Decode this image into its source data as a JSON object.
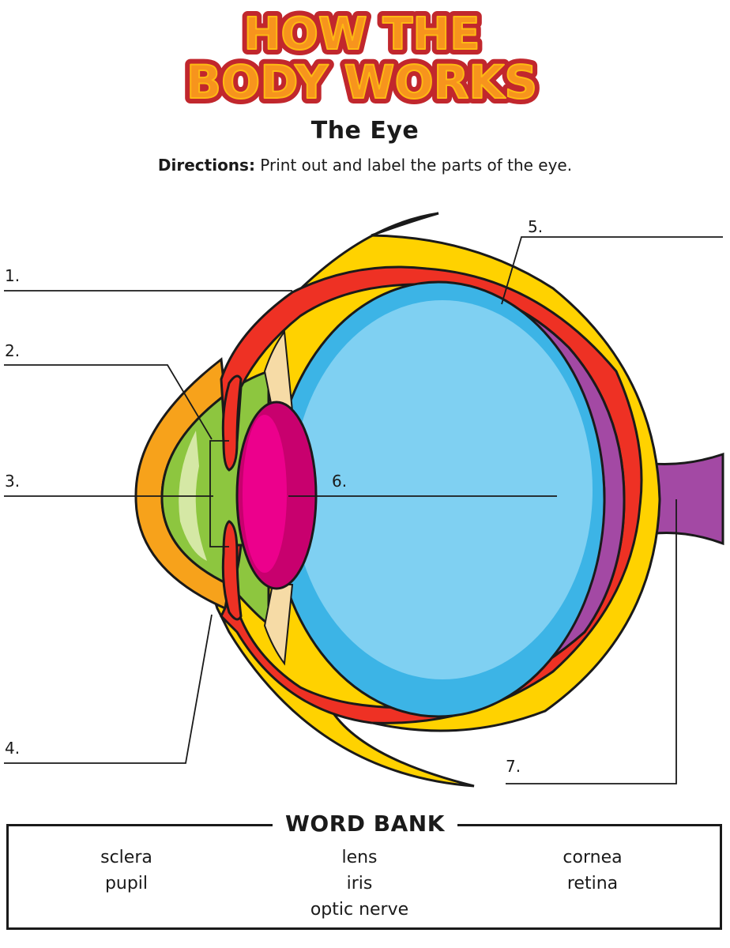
{
  "header": {
    "logo_line1": "HOW THE",
    "logo_line2": "BODY WORKS",
    "title": "The Eye",
    "directions_label": "Directions:",
    "directions_text": " Print out and label the parts of the eye."
  },
  "labels": [
    "1.",
    "2.",
    "3.",
    "4.",
    "5.",
    "6.",
    "7."
  ],
  "word_bank": {
    "title": "WORD BANK",
    "words": [
      "sclera",
      "lens",
      "cornea",
      "pupil",
      "iris",
      "retina",
      "optic nerve"
    ]
  },
  "colors": {
    "logo_fill": "#f7941d",
    "logo_outline": "#c1272d",
    "sclera": "#ffd200",
    "choroid": "#ee3124",
    "retina": "#a349a4",
    "vitreous": "#3cb4e6",
    "lens": "#c8006e",
    "aqueous": "#8dc63f",
    "cornea": "#f7a21b"
  }
}
